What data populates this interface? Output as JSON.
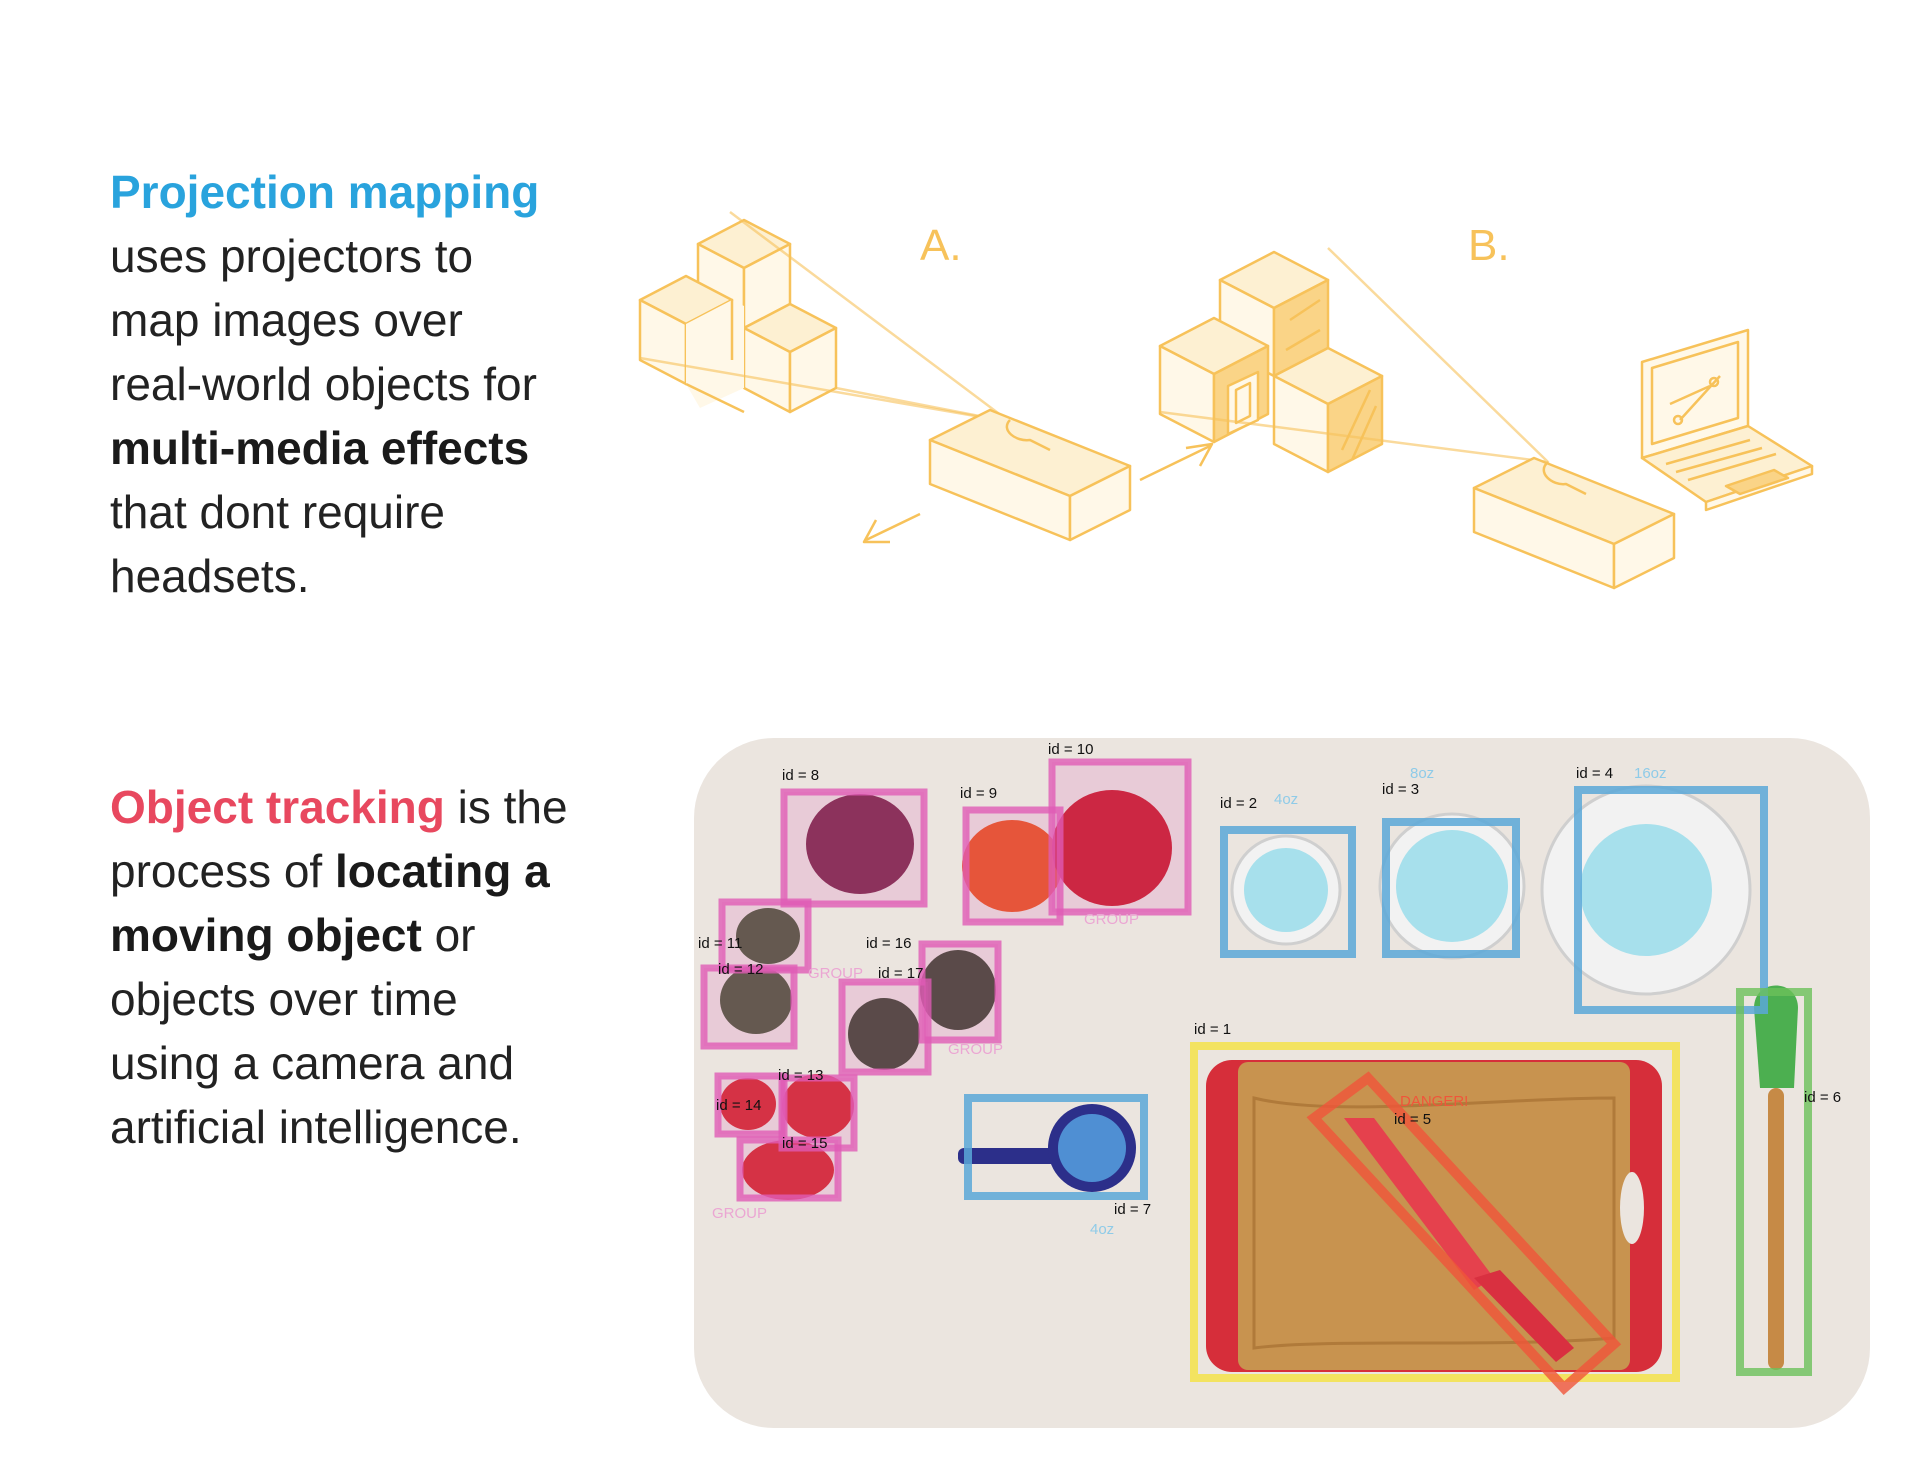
{
  "projection": {
    "heading": "Projection mapping",
    "line1": "uses projectors to",
    "line2": "map images over",
    "line3": "real-world objects for",
    "emphasis": "multi-media effects",
    "line4": "that dont require",
    "line5": "headsets."
  },
  "tracking": {
    "heading": "Object tracking",
    "after_heading": " is the",
    "line2_pre": "process of ",
    "line2_bold": "locating a",
    "line3_bold": "moving object",
    "line3_post": " or",
    "line4": "objects over time",
    "line5": "using a camera and",
    "line6": "artificial intelligence."
  },
  "diagram": {
    "label_a": "A.",
    "label_b": "B."
  },
  "detections": {
    "id1": "id = 1",
    "id2": "id = 2",
    "id3": "id = 3",
    "id4": "id = 4",
    "id5": "id = 5",
    "id6": "id = 6",
    "id7": "id = 7",
    "id8": "id = 8",
    "id9": "id = 9",
    "id10": "id = 10",
    "id11": "id = 11",
    "id12": "id = 12",
    "id13": "id = 13",
    "id14": "id = 14",
    "id15": "id = 15",
    "id16": "id = 16",
    "id17": "id = 17",
    "size_4oz": "4oz",
    "size_8oz": "8oz",
    "size_16oz": "16oz",
    "size_cup_4oz": "4oz",
    "group": "GROUP",
    "danger": "DANGER!"
  },
  "colors": {
    "projection_accent": "#29a3dd",
    "tracking_accent": "#e8485f",
    "diagram_line": "#f7c25a",
    "box_pink": "#e05bb5",
    "box_blue": "#5aa8d8",
    "box_yellow": "#f5e34a",
    "box_green": "#6cc15a",
    "box_red": "#f0553a"
  }
}
